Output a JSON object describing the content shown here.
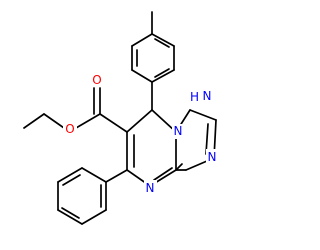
{
  "atom_labels": {
    "ester_O_carbonyl": "O",
    "ester_O_ether": "O",
    "N1H": "H",
    "N1": "N",
    "N3": "N",
    "N4": "N",
    "N8": "N"
  },
  "colors": {
    "bond": "#000000",
    "oxygen": "#ff0000",
    "nitrogen": "#0000ff",
    "background": "#ffffff"
  }
}
